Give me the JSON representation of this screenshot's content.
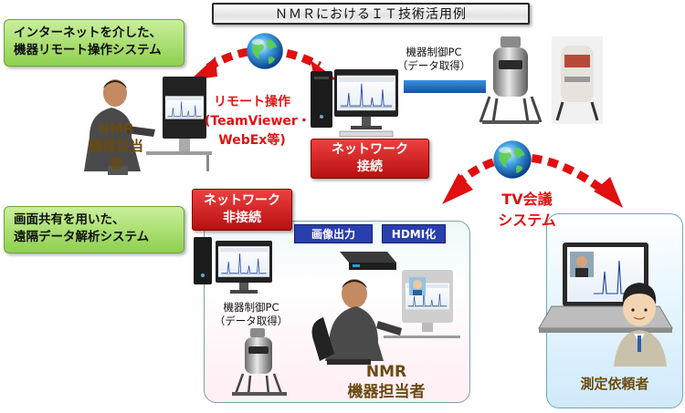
{
  "title": "ＮＭＲにおけるＩＴ技術活用例",
  "labels": {
    "remote_system": [
      "インターネットを介した、",
      "機器リモート操作システム"
    ],
    "analysis_system": [
      "画面共有を用いた、",
      "遠隔データ解析システム"
    ],
    "remote_operation": [
      "リモート操作",
      "(TeamViewer・",
      "WebEx等)"
    ],
    "network_connected": [
      "ネットワーク",
      "接続"
    ],
    "network_disconnected": [
      "ネットワーク",
      "非接続"
    ],
    "image_output": "画像出力",
    "hdmi": "HDMI化",
    "control_pc_top": [
      "機器制御PC",
      "（データ取得）"
    ],
    "control_pc_bottom": [
      "機器制御PC",
      "（データ取得）"
    ],
    "nmr_operator_top": [
      "NMR",
      "機器担当者"
    ],
    "nmr_operator_bottom": [
      "NMR",
      "機器担当者"
    ],
    "tv_conference": [
      "TV会議",
      "システム"
    ],
    "requester": "測定依頼者"
  },
  "colors": {
    "green_label": "#8fd04e",
    "red_button": "#d42020",
    "red_arrow": "#e01010",
    "blue_label": "#2a3fae",
    "blue_link": "#1e6fc0",
    "brown_text": "#6a4a12"
  },
  "icons": [
    "globe-icon",
    "monitor-icon",
    "pc-tower-icon",
    "nmr-magnet-icon",
    "person-icon",
    "laptop-icon",
    "hdmi-device-icon"
  ]
}
